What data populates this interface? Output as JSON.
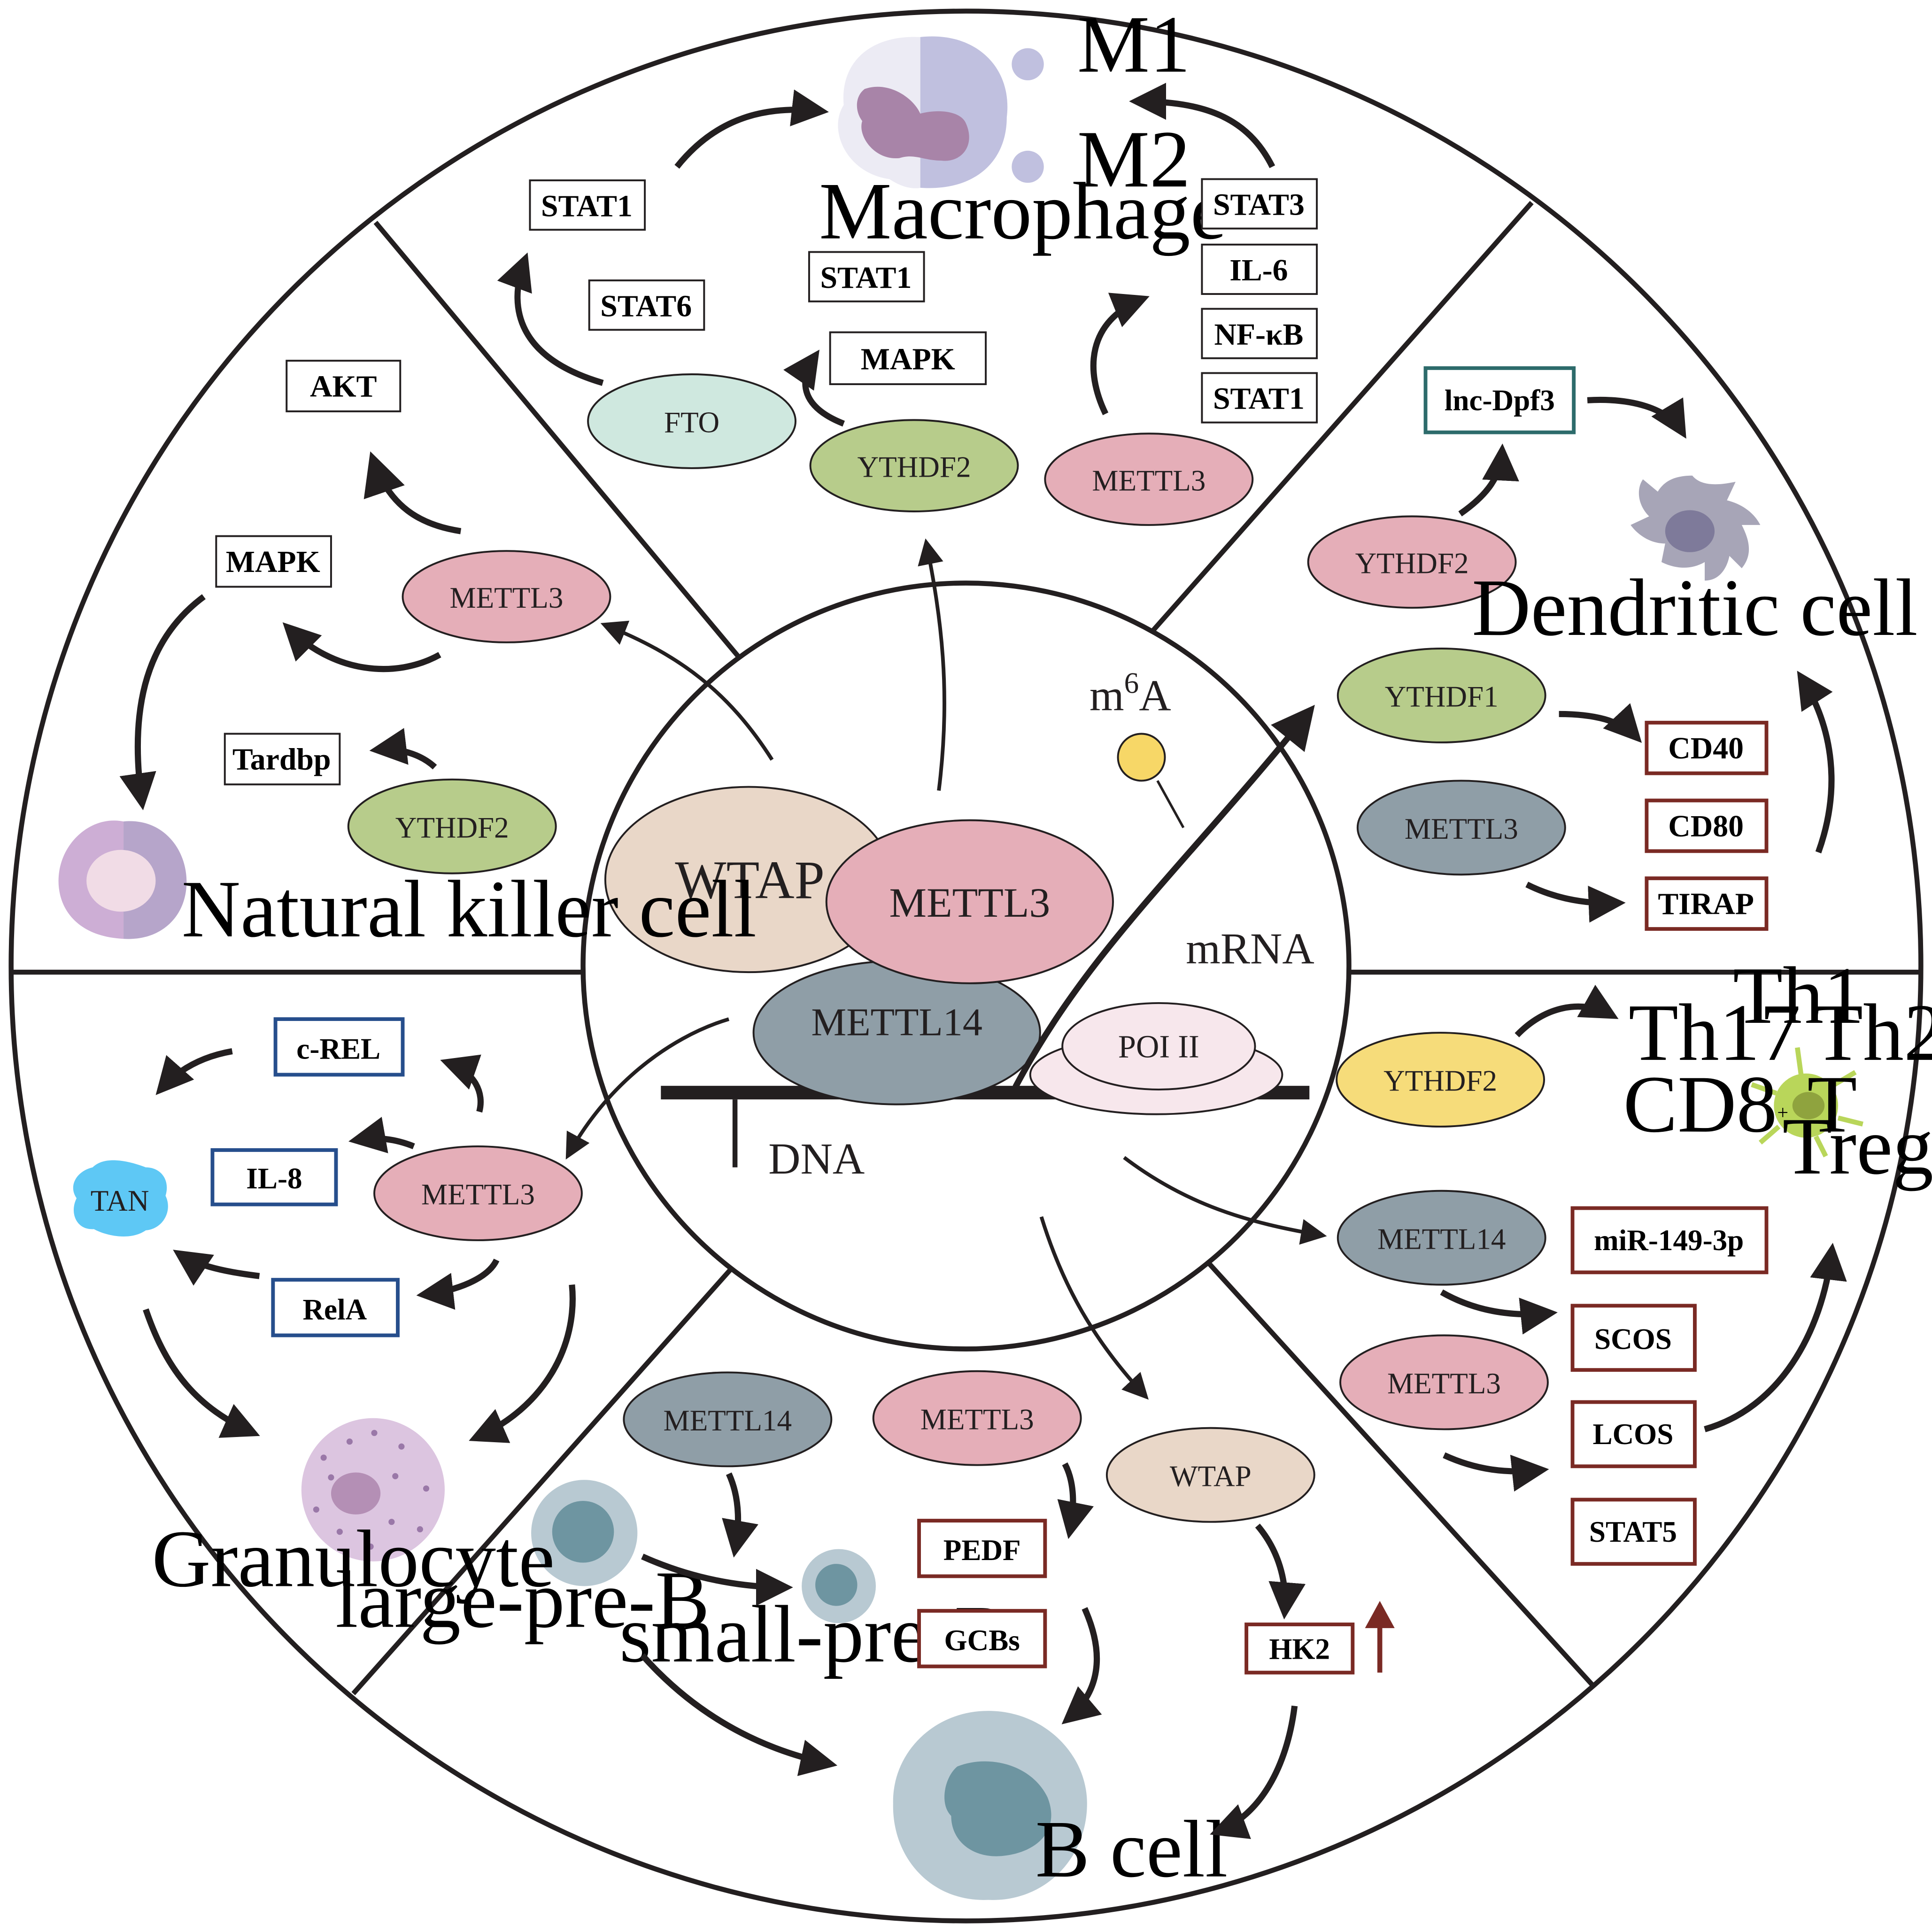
{
  "center": {
    "m6a": "m",
    "m6a_sup": "6",
    "m6a_suffix": "A",
    "mrna": "mRNA",
    "dna": "DNA",
    "wtap": "WTAP",
    "mettl3": "METTL3",
    "mettl14": "METTL14",
    "pol2": "POI II"
  },
  "macrophage": {
    "cell": "Macrophage",
    "m1": "M1",
    "m2": "M2",
    "fto": "FTO",
    "ythdf2": "YTHDF2",
    "mettl3": "METTL3",
    "stat1_a": "STAT1",
    "stat6": "STAT6",
    "stat1_b": "STAT1",
    "mapk": "MAPK",
    "stat3": "STAT3",
    "il6": "IL-6",
    "nfkb": "NF-κB",
    "stat1_c": "STAT1"
  },
  "nk": {
    "cell": "Natural killer cell",
    "akt": "AKT",
    "mapk": "MAPK",
    "mettl3": "METTL3",
    "tardbp": "Tardbp",
    "ythdf2": "YTHDF2"
  },
  "dendritic": {
    "cell": "Dendritic cell",
    "lnc": "lnc-Dpf3",
    "ythdf2": "YTHDF2",
    "ythdf1": "YTHDF1",
    "mettl3": "METTL3",
    "cd40": "CD40",
    "cd80": "CD80",
    "tirap": "TIRAP"
  },
  "tcell": {
    "ythdf2": "YTHDF2",
    "th1": "Th1",
    "th17": "Th17",
    "th2": "Th2",
    "cd8": "CD8",
    "cd8_sup": "+",
    "cd8_suffix": " T",
    "treg": "Treg",
    "mettl14": "METTL14",
    "mettl3": "METTL3",
    "mir": "miR-149-3p",
    "scos": "SCOS",
    "lcos": "LCOS",
    "stat5": "STAT5"
  },
  "bcell": {
    "cell": "B cell",
    "mettl14": "METTL14",
    "mettl3": "METTL3",
    "wtap": "WTAP",
    "large_pre_b": "large-pre-B",
    "small_pre_b": "small-pre-B",
    "pedf": "PEDF",
    "gcbs": "GCBs",
    "hk2": "HK2"
  },
  "granulocyte": {
    "cell": "Granulocyte",
    "tan": "TAN",
    "crel": "c-REL",
    "il8": "IL-8",
    "mettl3": "METTL3",
    "rela": "RelA"
  },
  "colors": {
    "mettl3": "#e5aeb8",
    "mettl14": "#8f9ea7",
    "wtap": "#e9d7c8",
    "ythdf2_green": "#b7cc8b",
    "ythdf2_yellow": "#f6dc7a",
    "fto": "#cfe8df",
    "box_black": "#231f20",
    "box_teal": "#2d6b6b",
    "box_red": "#7a2a24",
    "box_blue": "#264e8c",
    "hk2_arrow": "#7a2a24"
  }
}
